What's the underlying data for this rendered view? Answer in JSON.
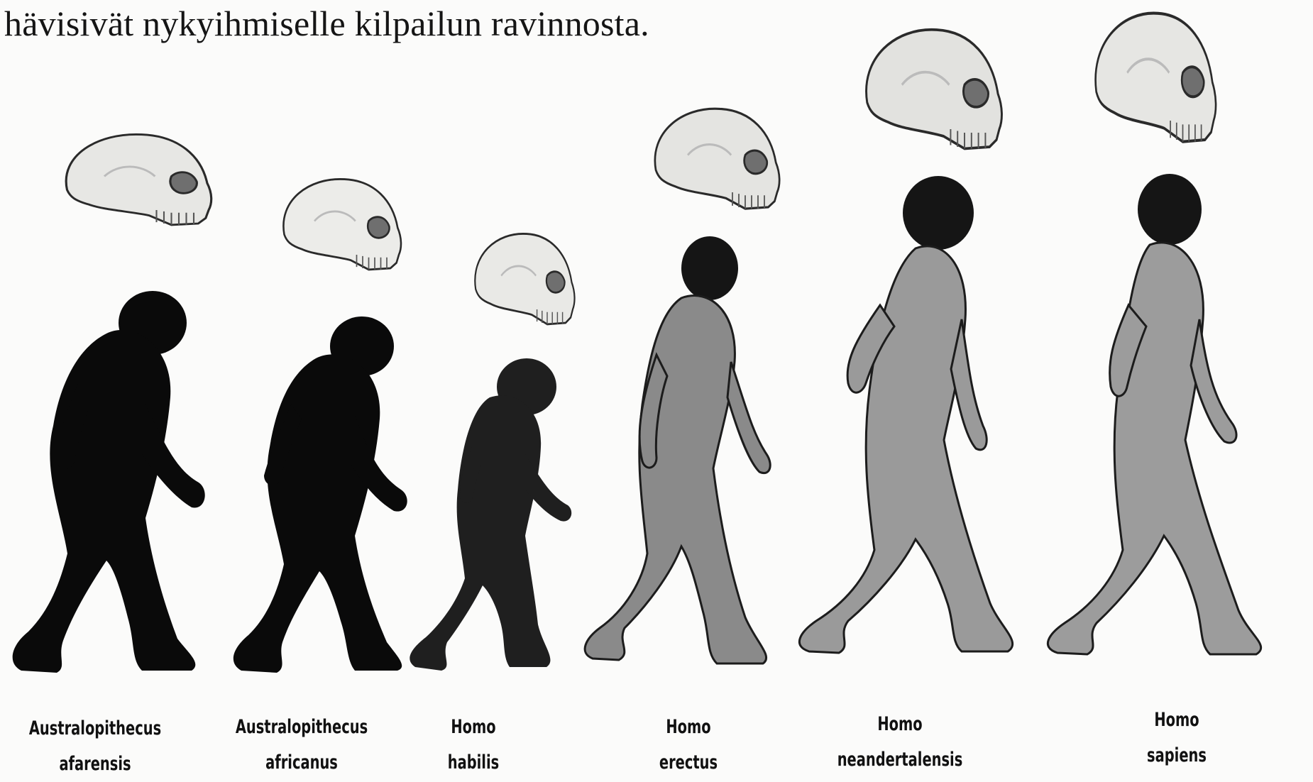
{
  "text_line": "hävisivät nykyihmiselle kilpailun ravinnosta.",
  "figure": {
    "species": [
      {
        "genus": "Australopithecus",
        "epithet": "afarensis"
      },
      {
        "genus": "Australopithecus",
        "epithet": "africanus"
      },
      {
        "genus": "Homo",
        "epithet": "habilis"
      },
      {
        "genus": "Homo",
        "epithet": "erectus"
      },
      {
        "genus": "Homo",
        "epithet": "neandertalensis"
      },
      {
        "genus": "Homo",
        "epithet": "sapiens"
      }
    ],
    "colors": {
      "silhouette": "#0a0a0a",
      "dark_figure": "#1f1f1f",
      "skin_figure": "#9a9a9a",
      "outline": "#2a2a2a",
      "skull": "#e6e6e3"
    }
  }
}
